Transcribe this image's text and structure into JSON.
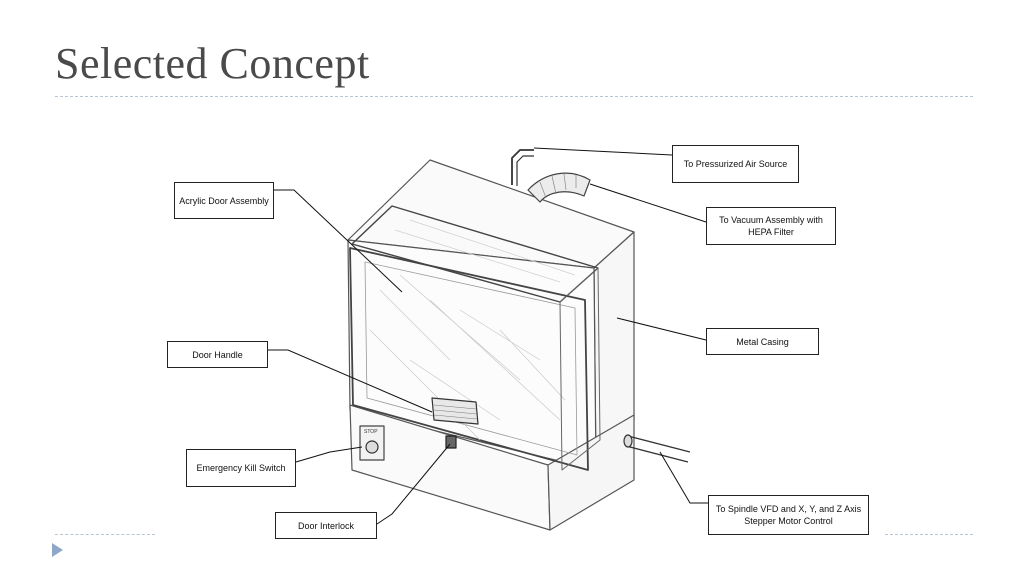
{
  "slide": {
    "title": "Selected Concept"
  },
  "callouts": {
    "pressurized_air": "To Pressurized Air Source",
    "vacuum": "To Vacuum Assembly with HEPA Filter",
    "acrylic_door": "Acrylic Door Assembly",
    "metal_casing": "Metal Casing",
    "door_handle": "Door Handle",
    "emergency_kill": "Emergency Kill Switch",
    "door_interlock": "Door Interlock",
    "spindle": "To Spindle VFD and X, Y, and Z Axis Stepper Motor Control"
  },
  "sketch": {
    "stop_button_text": "STOP"
  },
  "colors": {
    "title": "#4a4a4a",
    "rule": "#b8c4cf",
    "bullet": "#8fa8c8"
  }
}
